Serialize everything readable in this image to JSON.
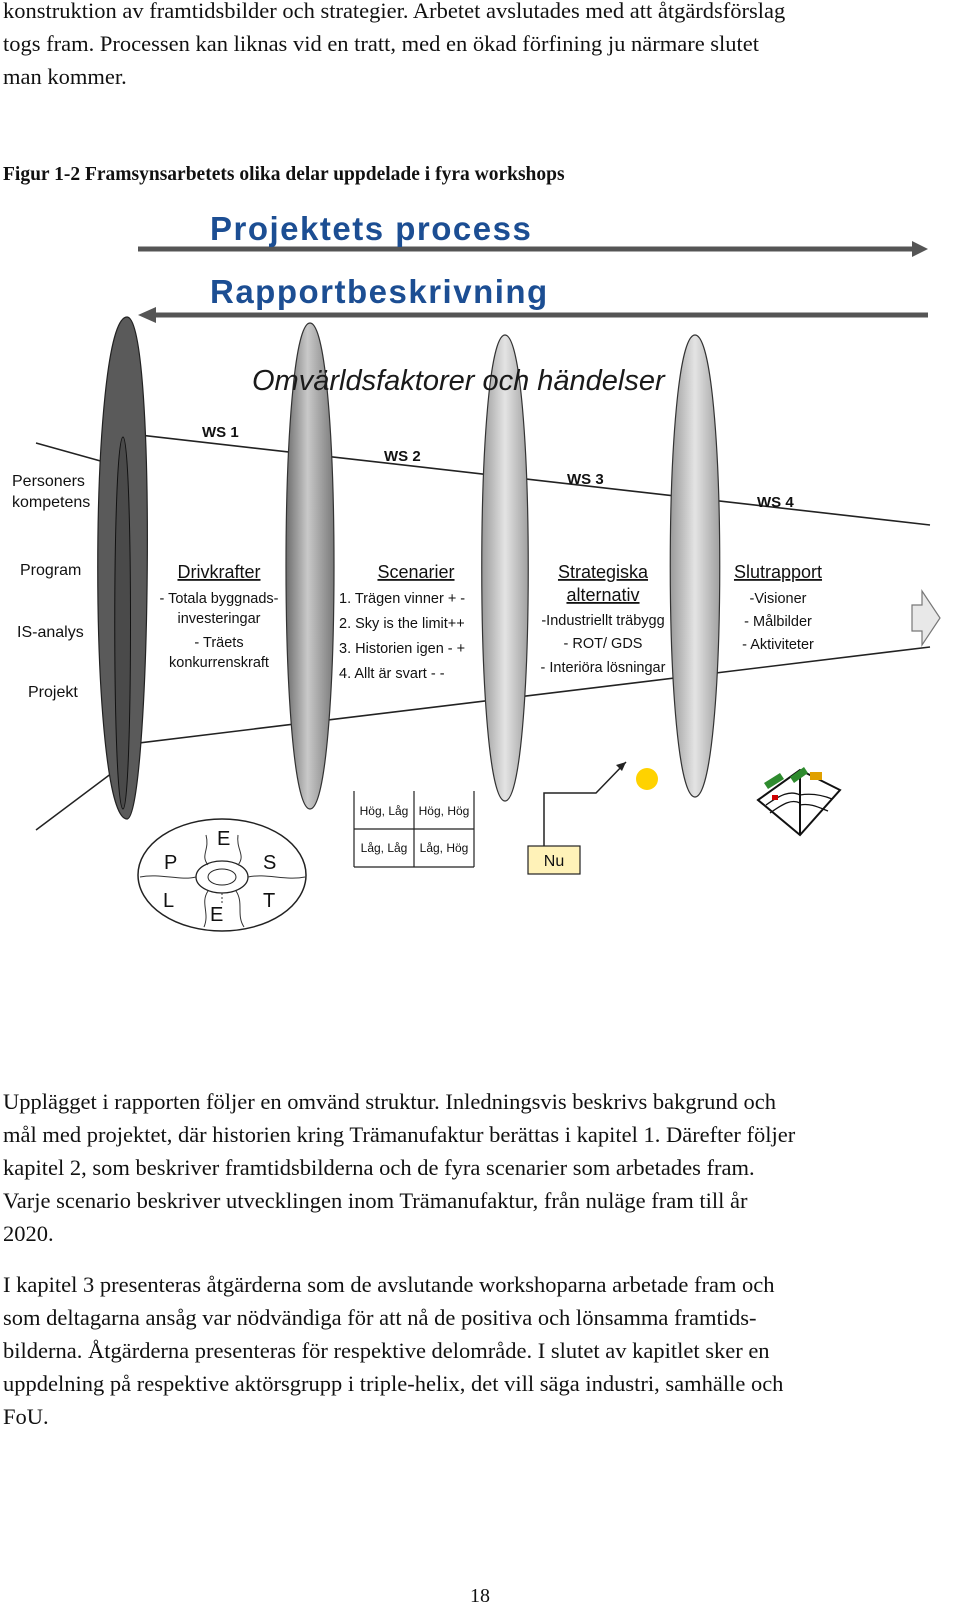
{
  "intro_lines": [
    "konstruktion av framtidsbilder och strategier. Arbetet avslutades med att åtgärdsförslag",
    "togs fram. Processen kan liknas vid en tratt, med en ökad förfining ju närmare slutet",
    "man kommer."
  ],
  "figure": {
    "caption": "Figur 1-2 Framsynsarbetets olika delar uppdelade i fyra workshops",
    "arrow_top_label": "Projektets process",
    "arrow_bottom_label": "Rapportbeskrivning",
    "funnel_label": "Omvärldsfaktorer och händelser",
    "inputs": [
      "Personers",
      "kompetens",
      "Program",
      "IS-analys",
      "Projekt"
    ],
    "workshops": [
      "WS 1",
      "WS 2",
      "WS 3",
      "WS 4"
    ],
    "columns": [
      {
        "heading": [
          "Drivkrafter"
        ],
        "items": [
          "- Totala byggnads-",
          "investeringar",
          "- Träets",
          "konkurrenskraft"
        ]
      },
      {
        "heading": [
          "Scenarier"
        ],
        "items": [
          "1. Trägen vinner + -",
          "2. Sky is the limit++",
          "3. Historien igen - +",
          "4. Allt är svart - -"
        ]
      },
      {
        "heading": [
          "Strategiska",
          "alternativ"
        ],
        "items": [
          "-Industriellt träbygg",
          "- ROT/ GDS",
          "- Interiöra lösningar"
        ]
      },
      {
        "heading": [
          "Slutrapport"
        ],
        "items": [
          "-Visioner",
          "- Målbilder",
          "- Aktiviteter"
        ]
      }
    ],
    "pest_letters": [
      "E",
      "P",
      "S",
      "L",
      "T",
      "E"
    ],
    "matrix": [
      "Hög, Låg",
      "Hög, Hög",
      "Låg, Låg",
      "Låg, Hög"
    ],
    "now_label": "Nu",
    "colors": {
      "title_blue": "#1c4e93",
      "sun": "#ffd200",
      "ring_gray": "#a8a8a8"
    }
  },
  "paragraphs": [
    [
      "Upplägget i rapporten följer en omvänd struktur. Inledningsvis beskrivs bakgrund och",
      "mål med projektet, där historien kring Trämanufaktur berättas i kapitel 1. Därefter följer",
      "kapitel 2, som beskriver framtidsbilderna och de fyra scenarier som arbetades fram.",
      "Varje scenario beskriver utvecklingen inom Trämanufaktur, från nuläge fram till år",
      "2020."
    ],
    [
      "I kapitel 3 presenteras åtgärderna som de avslutande workshoparna arbetade fram och",
      "som deltagarna ansåg var nödvändiga för att nå de positiva och lönsamma framtids-",
      "bilderna. Åtgärderna presenteras för respektive delområde. I slutet av kapitlet sker en",
      "uppdelning på respektive aktörsgrupp i triple-helix, det vill säga industri, samhälle och",
      "FoU."
    ]
  ],
  "page_number": "18"
}
